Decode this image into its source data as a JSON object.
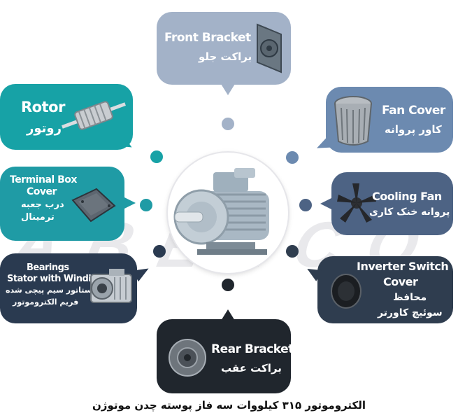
{
  "watermark": "ABELCO",
  "parts": {
    "front_bracket": {
      "en": "Front Bracket",
      "fa": "براکت جلو"
    },
    "rotor": {
      "en": "Rotor",
      "fa": "روتور"
    },
    "fan_cover": {
      "en": "Fan Cover",
      "fa": "کاور پروانه"
    },
    "terminal_box_cover": {
      "en1": "Terminal Box",
      "en2": "Cover",
      "fa1": "درب جعبه",
      "fa2": "ترمینال"
    },
    "cooling_fan": {
      "en": "Cooling Fan",
      "fa": "پروانه خنک کاری"
    },
    "bearings_stator": {
      "en1": "Bearings",
      "en2": "Stator with Winding",
      "fa1": "استاتور سیم پیچی شده",
      "fa2": "فریم الکتروموتور"
    },
    "inverter_switch_cover": {
      "en1": "Inverter Switch",
      "en2": "Cover",
      "fa1": "محافظ",
      "fa2": "سوئیچ کاورتر"
    },
    "rear_bracket": {
      "en": "Rear Bracket",
      "fa": "براکت عقب"
    }
  },
  "caption": "الکتروموتور ۳۱۵ کیلووات سه فاز پوسته چدن موتوژن",
  "colors": {
    "front_bracket": "#a3b2c8",
    "rotor": "#17a2a6",
    "fan_cover": "#6c8ab0",
    "terminal_box_cover": "#1f9ba5",
    "cooling_fan": "#4d6384",
    "bearings_stator": "#2a3a50",
    "inverter_switch_cover": "#2f3d4f",
    "rear_bracket": "#20262d"
  },
  "icons": [
    "motor-icon",
    "bracket-icon",
    "rotor-icon",
    "fan-cover-icon",
    "terminal-cover-icon",
    "cooling-fan-icon",
    "stator-icon",
    "inverter-cover-icon",
    "rear-bracket-icon"
  ]
}
